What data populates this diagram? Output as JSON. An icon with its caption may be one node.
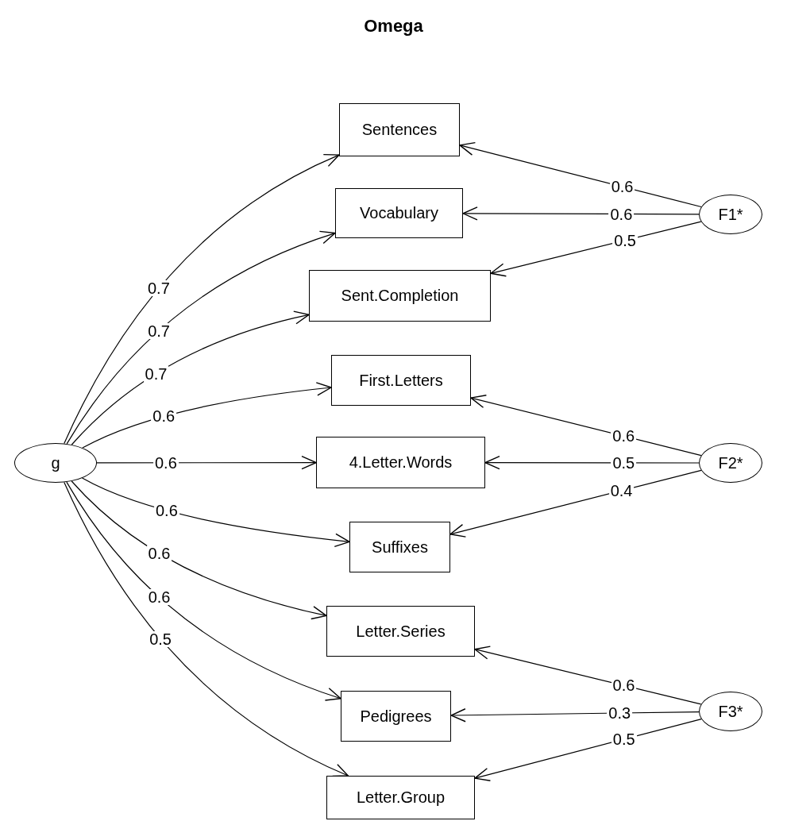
{
  "diagram": {
    "title": "Omega",
    "nodes": [
      {
        "text": [
          "g"
        ]
      },
      {
        "text": [
          "Sentences"
        ]
      },
      {
        "text": [
          "Vocabulary"
        ]
      },
      {
        "text": [
          "Sent.Completion"
        ]
      },
      {
        "text": [
          "First.Letters"
        ]
      },
      {
        "text": [
          "4.Letter.Words"
        ]
      },
      {
        "text": [
          "Suffixes"
        ]
      },
      {
        "text": [
          "Letter.Series"
        ]
      },
      {
        "text": [
          "Pedigrees"
        ]
      },
      {
        "text": [
          "Letter.Group"
        ]
      },
      {
        "text": [
          "F1*"
        ]
      },
      {
        "text": [
          "F2*"
        ]
      },
      {
        "text": [
          "F3*"
        ]
      }
    ],
    "edges": [
      {
        "from": 0,
        "to": 1,
        "arrow": "to",
        "label": "0.7"
      },
      {
        "from": 0,
        "to": 2,
        "arrow": "to",
        "label": "0.7"
      },
      {
        "from": 0,
        "to": 3,
        "arrow": "to",
        "label": "0.7"
      },
      {
        "from": 0,
        "to": 4,
        "arrow": "to",
        "label": "0.6"
      },
      {
        "from": 0,
        "to": 5,
        "arrow": "to",
        "label": "0.6"
      },
      {
        "from": 0,
        "to": 6,
        "arrow": "to",
        "label": "0.6"
      },
      {
        "from": 0,
        "to": 7,
        "arrow": "to",
        "label": "0.6"
      },
      {
        "from": 0,
        "to": 8,
        "arrow": "to",
        "label": "0.6"
      },
      {
        "from": 0,
        "to": 9,
        "arrow": "to",
        "label": "0.5"
      },
      {
        "from": 10,
        "to": 1,
        "arrow": "to",
        "label": "0.6"
      },
      {
        "from": 10,
        "to": 2,
        "arrow": "to",
        "label": "0.6"
      },
      {
        "from": 10,
        "to": 3,
        "arrow": "to",
        "label": "0.5"
      },
      {
        "from": 11,
        "to": 4,
        "arrow": "to",
        "label": "0.6"
      },
      {
        "from": 11,
        "to": 5,
        "arrow": "to",
        "label": "0.5"
      },
      {
        "from": 11,
        "to": 6,
        "arrow": "to",
        "label": "0.4"
      },
      {
        "from": 12,
        "to": 7,
        "arrow": "to",
        "label": "0.6"
      },
      {
        "from": 12,
        "to": 8,
        "arrow": "to",
        "label": "0.3"
      },
      {
        "from": 12,
        "to": 9,
        "arrow": "to",
        "label": "0.5"
      }
    ]
  }
}
